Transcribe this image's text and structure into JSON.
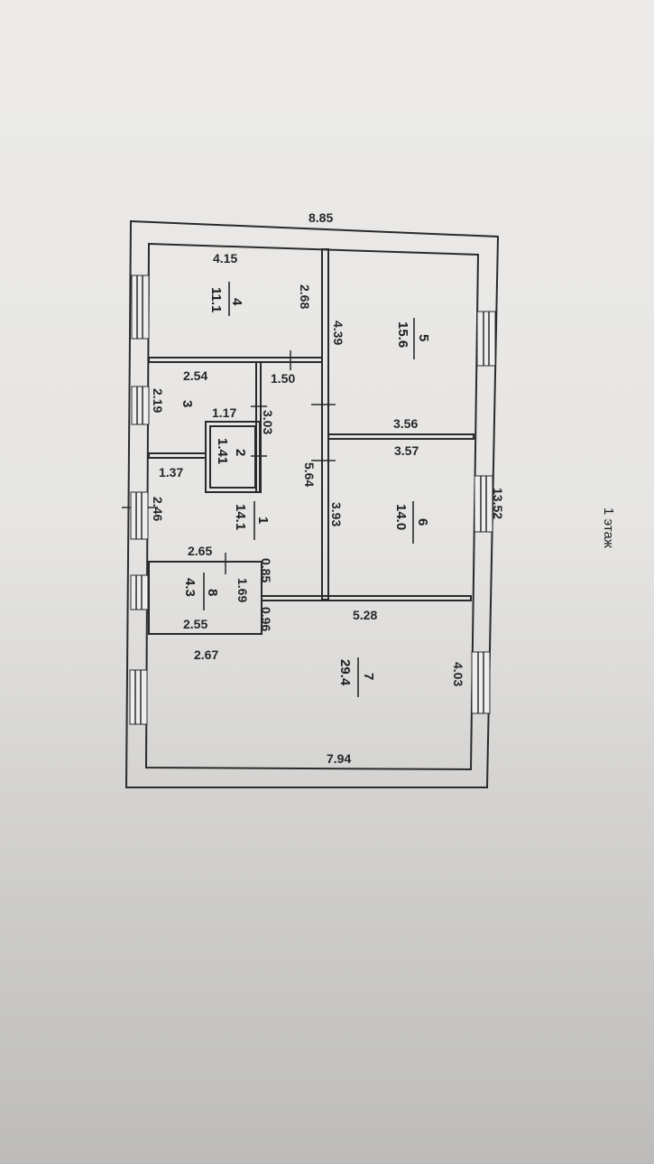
{
  "floor_label": "1 этаж",
  "outer": {
    "top_width": "8.85",
    "right_length": "13.52"
  },
  "dimensions": {
    "r4_width": "4.15",
    "r4_depth": "2.68",
    "wall_4_5": "4.39",
    "r3_width": "2.54",
    "r3_depth": "2.19",
    "corridor_top": "1.50",
    "r2_width": "1.17",
    "r3_side": "3.03",
    "r5_bottom": "3.56",
    "r6_top": "3.57",
    "r2_bottom": "1.37",
    "corridor_len": "5.64",
    "r1_side": "2.46",
    "r6_side": "3.93",
    "r8_top": "2.65",
    "door_gap": "0.85",
    "r8_side": "1.69",
    "gap_2": "0.96",
    "r7_top": "5.28",
    "r8_bottom": "2.55",
    "r8_bottom_outer": "2.67",
    "r7_side": "4.03",
    "r7_bottom": "7.94"
  },
  "rooms": [
    {
      "number": "1",
      "area": "14.1"
    },
    {
      "number": "2",
      "area": "1.41"
    },
    {
      "number": "3",
      "area": ""
    },
    {
      "number": "4",
      "area": "11.1"
    },
    {
      "number": "5",
      "area": "15.6"
    },
    {
      "number": "6",
      "area": "14.0"
    },
    {
      "number": "7",
      "area": "29.4"
    },
    {
      "number": "8",
      "area": "4.3"
    }
  ]
}
